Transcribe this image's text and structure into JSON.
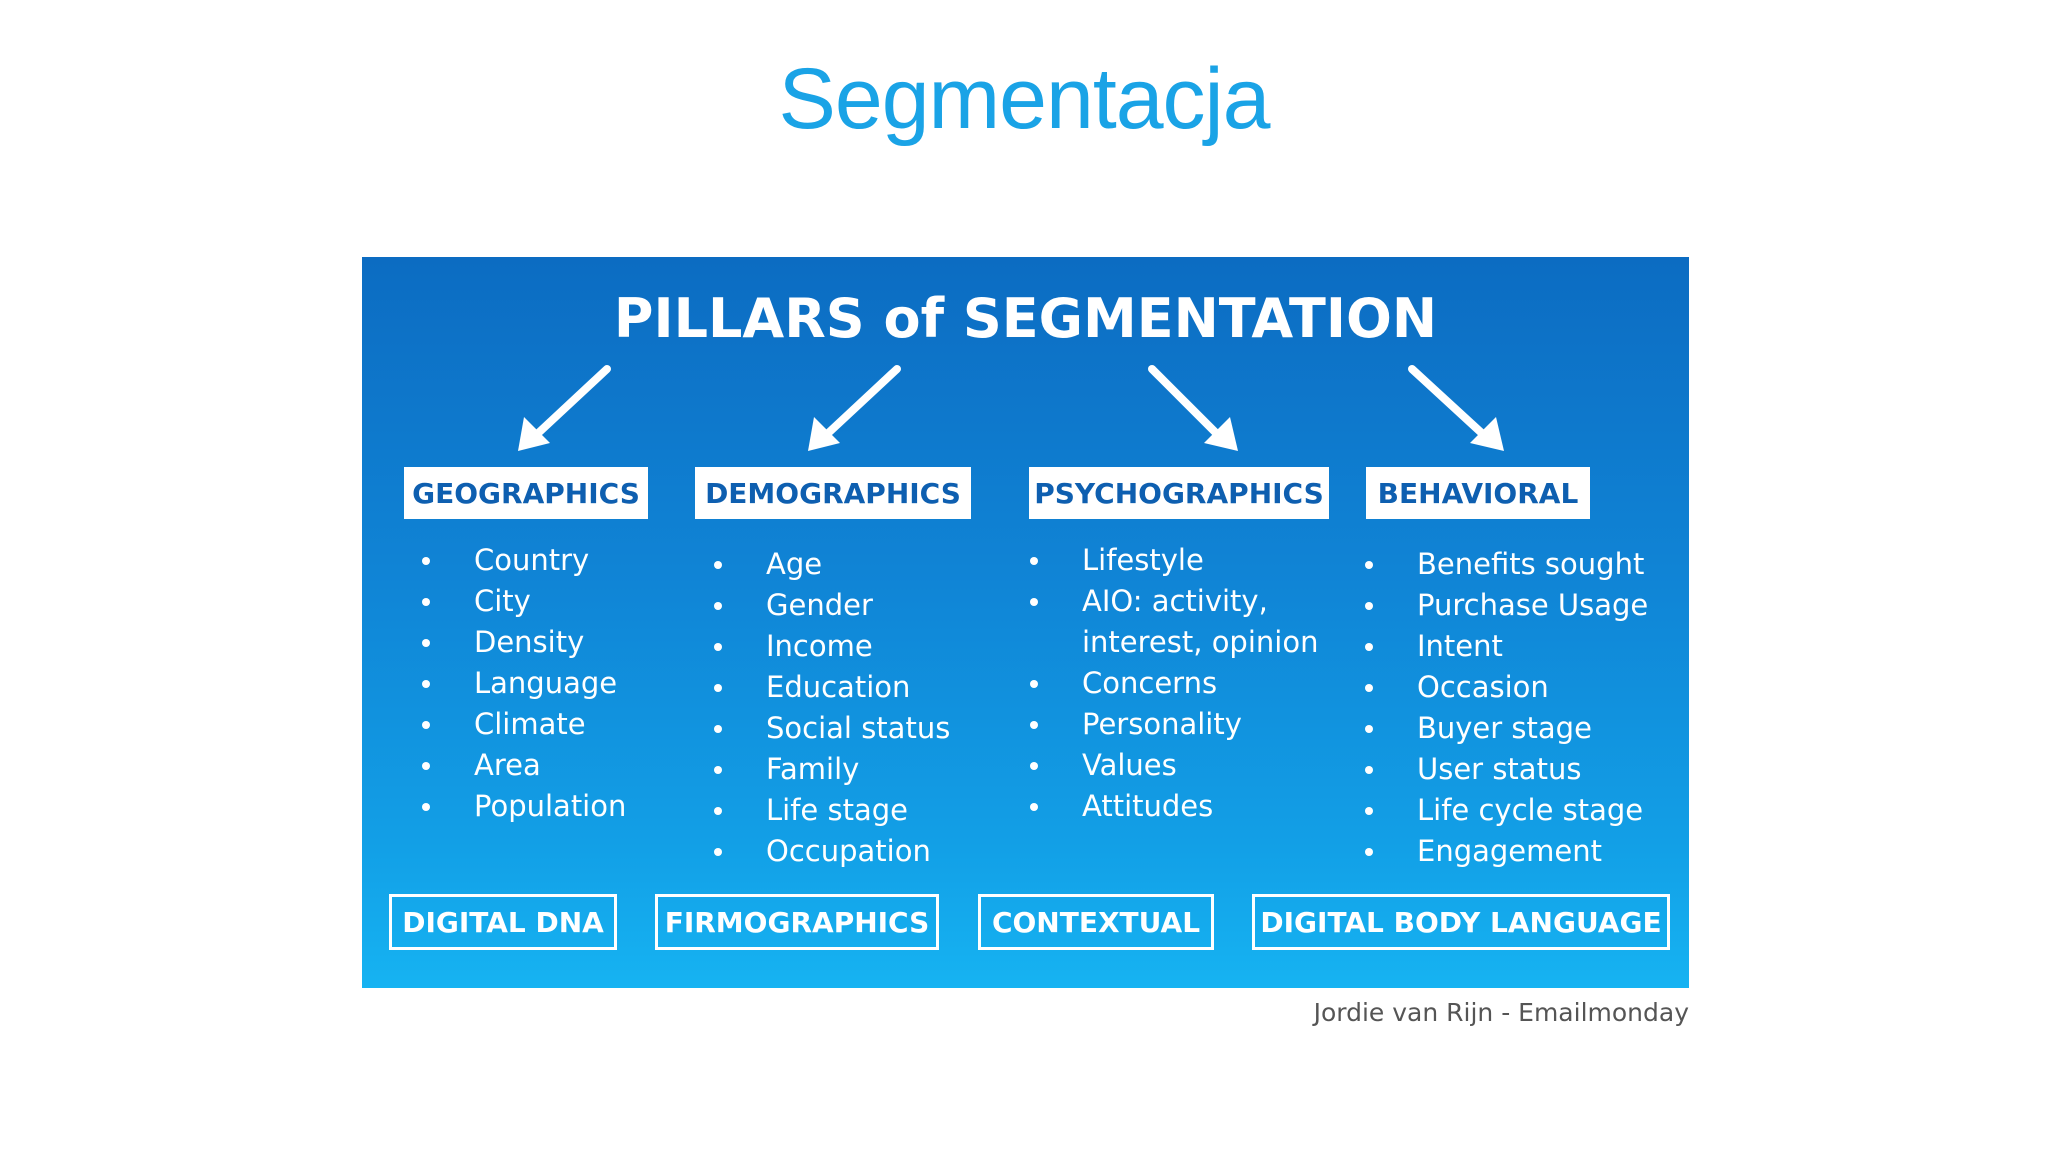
{
  "slide_title": "Segmentacja",
  "infographic": {
    "headline": "PILLARS of SEGMENTATION",
    "pillars": [
      {
        "label": "GEOGRAPHICS",
        "items": [
          "Country",
          "City",
          "Density",
          "Language",
          "Climate",
          "Area",
          "Population"
        ]
      },
      {
        "label": "DEMOGRAPHICS",
        "items": [
          "Age",
          "Gender",
          "Income",
          "Education",
          "Social status",
          "Family",
          "Life stage",
          "Occupation"
        ]
      },
      {
        "label": "PSYCHOGRAPHICS",
        "items": [
          "Lifestyle",
          "AIO: activity,",
          "interest, opinion",
          "Concerns",
          "Personality",
          "Values",
          "Attitudes"
        ]
      },
      {
        "label": "BEHAVIORAL",
        "items": [
          "Benefits sought",
          "Purchase Usage",
          "Intent",
          "Occasion",
          "Buyer stage",
          "User status",
          "Life cycle stage",
          "Engagement"
        ]
      }
    ],
    "bottom": [
      "DIGITAL DNA",
      "FIRMOGRAPHICS",
      "CONTEXTUAL",
      "DIGITAL BODY LANGUAGE"
    ]
  },
  "credit": "Jordie van Rijn - Emailmonday"
}
